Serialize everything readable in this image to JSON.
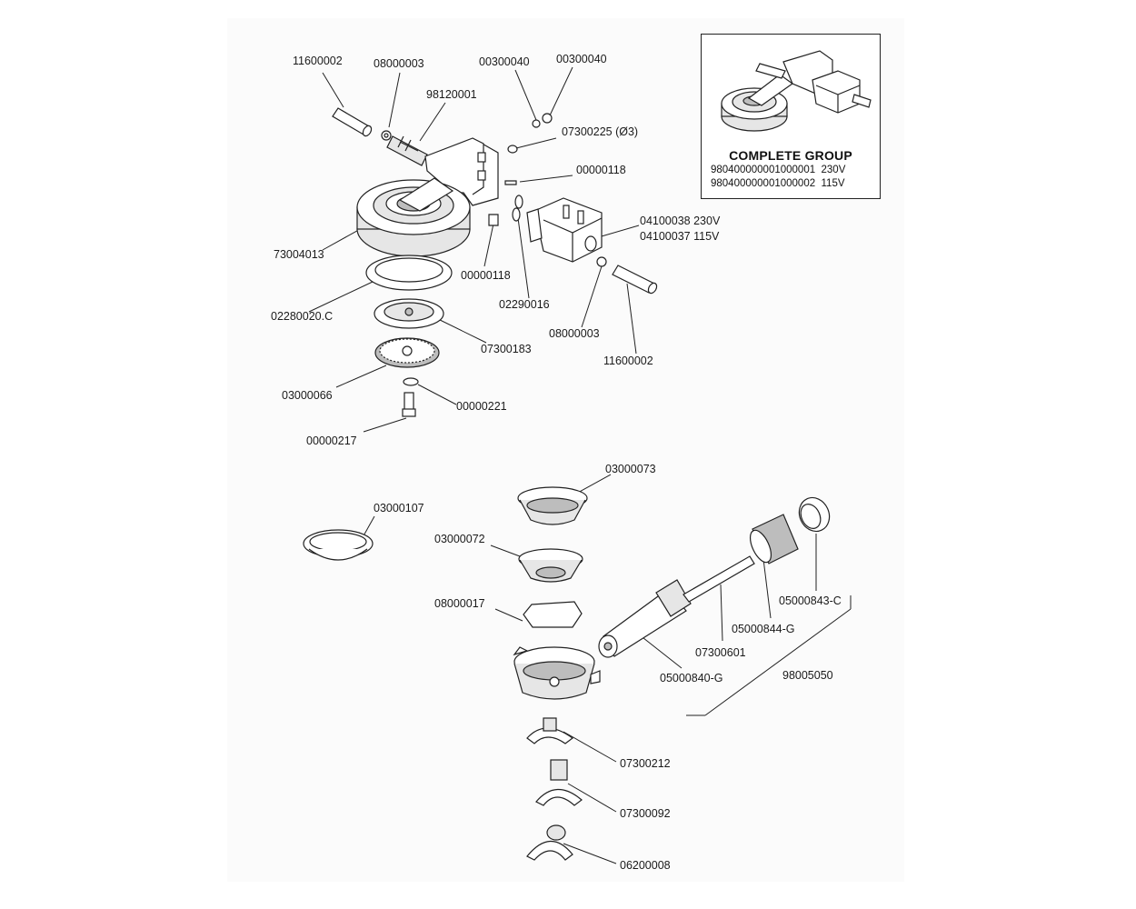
{
  "colors": {
    "background": "#ffffff",
    "panel": "#fbfbfb",
    "line": "#222222",
    "text": "#1a1a1a"
  },
  "callouts": {
    "upper": [
      {
        "id": "c1",
        "text": "11600002"
      },
      {
        "id": "c2",
        "text": "08000003"
      },
      {
        "id": "c3",
        "text": "98120001"
      },
      {
        "id": "c4",
        "text": "00300040"
      },
      {
        "id": "c5",
        "text": "00300040"
      },
      {
        "id": "c6",
        "text": "07300225 (Ø3)"
      },
      {
        "id": "c7",
        "text": "00000118"
      },
      {
        "id": "c8",
        "text": "04100038 230V"
      },
      {
        "id": "c9",
        "text": "04100037 115V"
      },
      {
        "id": "c10",
        "text": "73004013"
      },
      {
        "id": "c11",
        "text": "00000118"
      },
      {
        "id": "c12",
        "text": "02290016"
      },
      {
        "id": "c13",
        "text": "02280020.C"
      },
      {
        "id": "c14",
        "text": "07300183"
      },
      {
        "id": "c15",
        "text": "08000003"
      },
      {
        "id": "c16",
        "text": "11600002"
      },
      {
        "id": "c17",
        "text": "03000066"
      },
      {
        "id": "c18",
        "text": "00000221"
      },
      {
        "id": "c19",
        "text": "00000217"
      }
    ],
    "lower": [
      {
        "id": "c20",
        "text": "03000073"
      },
      {
        "id": "c21",
        "text": "03000107"
      },
      {
        "id": "c22",
        "text": "03000072"
      },
      {
        "id": "c23",
        "text": "08000017"
      },
      {
        "id": "c24",
        "text": "05000843-C"
      },
      {
        "id": "c25",
        "text": "05000844-G"
      },
      {
        "id": "c26",
        "text": "07300601"
      },
      {
        "id": "c27",
        "text": "05000840-G"
      },
      {
        "id": "c28",
        "text": "98005050"
      },
      {
        "id": "c29",
        "text": "07300212"
      },
      {
        "id": "c30",
        "text": "07300092"
      },
      {
        "id": "c31",
        "text": "06200008"
      }
    ]
  },
  "complete_group": {
    "title": "COMPLETE GROUP",
    "rows": [
      {
        "code": "980400000001000001",
        "voltage": "230V"
      },
      {
        "code": "980400000001000002",
        "voltage": "115V"
      }
    ]
  }
}
